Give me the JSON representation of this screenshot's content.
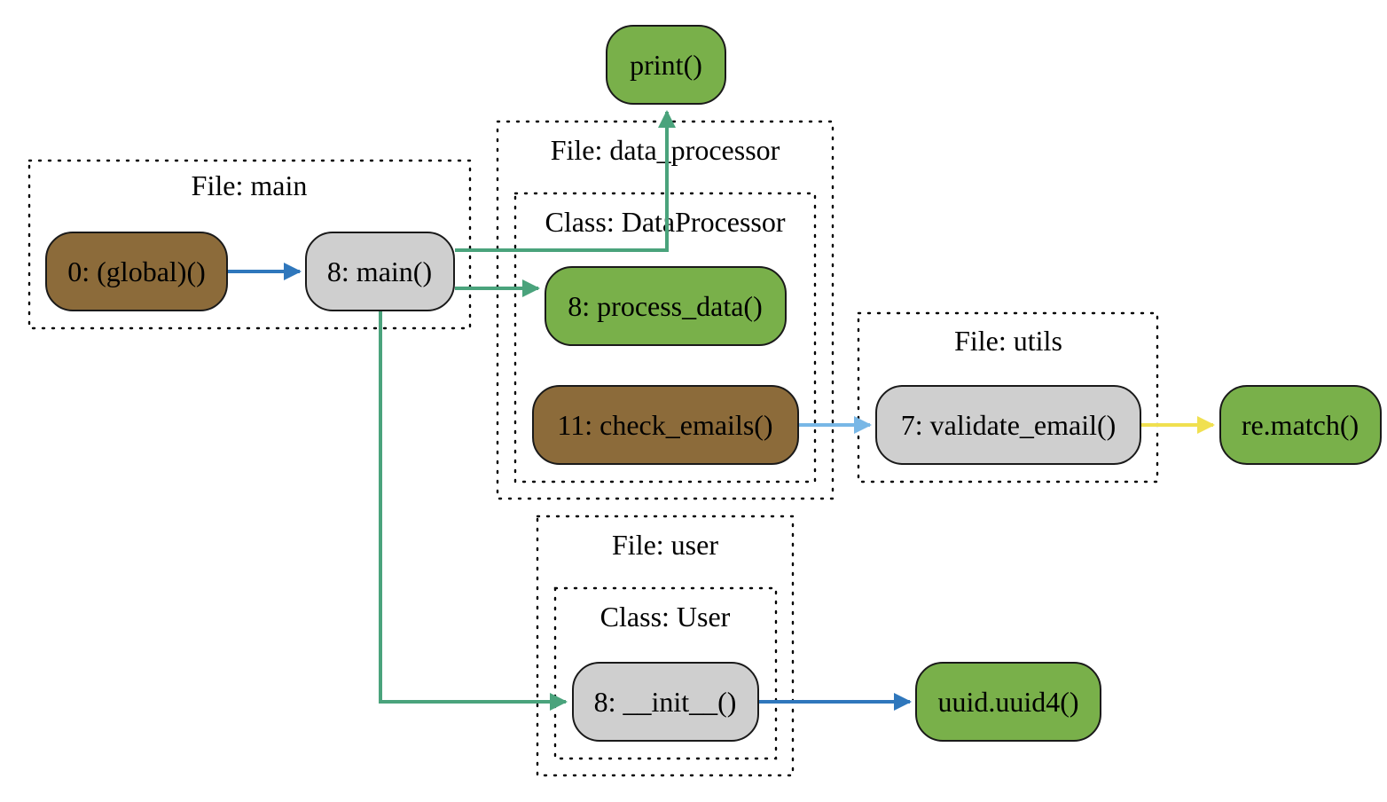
{
  "colors": {
    "brown": "#8c6b3a",
    "gray": "#cfcfcf",
    "green": "#79b04a",
    "edge_teal": "#4aa37c",
    "edge_blue": "#2f77bc",
    "edge_lightblue": "#78b7e6",
    "edge_yellow": "#f0e050"
  },
  "clusters": {
    "file_main": "File: main",
    "file_data_processor": "File: data_processor",
    "class_dataprocessor": "Class: DataProcessor",
    "file_utils": "File: utils",
    "file_user": "File: user",
    "class_user": "Class: User"
  },
  "nodes": {
    "global": "0: (global)()",
    "main": "8: main()",
    "print": "print()",
    "process_data": "8: process_data()",
    "check_emails": "11: check_emails()",
    "validate_email": "7: validate_email()",
    "re_match": "re.match()",
    "init": "8: __init__()",
    "uuid4": "uuid.uuid4()"
  },
  "edges": [
    {
      "from": "0: (global)()",
      "to": "8: main()",
      "color": "edge_blue"
    },
    {
      "from": "8: main()",
      "to": "print()",
      "color": "edge_teal"
    },
    {
      "from": "8: main()",
      "to": "8: process_data()",
      "color": "edge_teal"
    },
    {
      "from": "8: main()",
      "to": "8: __init__()",
      "color": "edge_teal"
    },
    {
      "from": "11: check_emails()",
      "to": "7: validate_email()",
      "color": "edge_lightblue"
    },
    {
      "from": "7: validate_email()",
      "to": "re.match()",
      "color": "edge_yellow"
    },
    {
      "from": "8: __init__()",
      "to": "uuid.uuid4()",
      "color": "edge_blue"
    }
  ]
}
